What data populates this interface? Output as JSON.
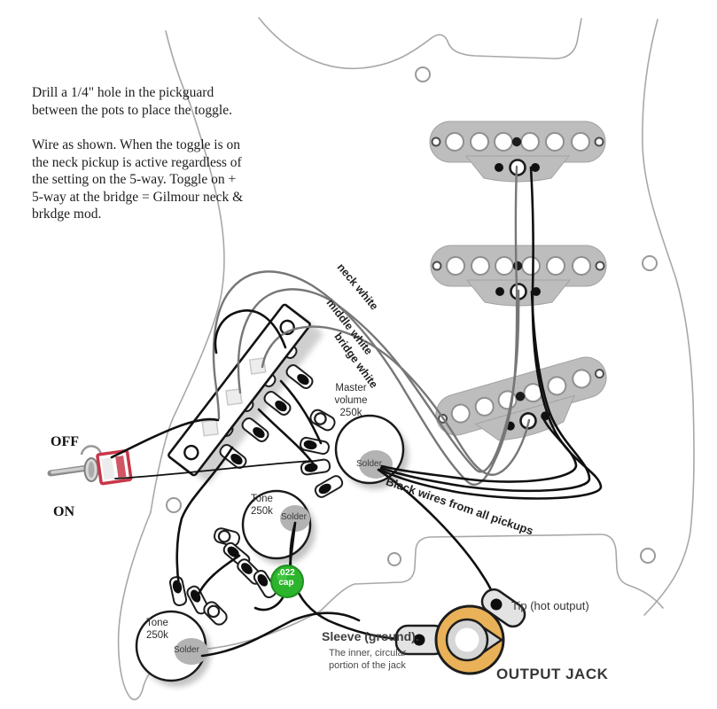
{
  "meta": {
    "title": "Stratocaster neck-toggle (Gilmour mod) wiring diagram"
  },
  "instructions": {
    "para1_lines": [
      "Drill a 1/4\" hole in the pickguard",
      "between the pots to place the toggle."
    ],
    "para2_lines": [
      "Wire as shown. When the toggle is on",
      "the neck pickup is active regardless of",
      "the setting on the 5-way. Toggle on +",
      "5-way at the bridge = Gilmour neck &",
      "brkdge mod."
    ]
  },
  "toggle_switch": {
    "off": "OFF",
    "on": "ON"
  },
  "pots": {
    "master": {
      "line1": "Master",
      "line2": "volume",
      "line3": "250k",
      "solder": "Solder"
    },
    "tone_mid": {
      "line1": "Tone",
      "line2": "250k",
      "solder": "Solder"
    },
    "tone_low": {
      "line1": "Tone",
      "line2": "250k",
      "solder": "Solder"
    }
  },
  "capacitor": {
    "line1": ".022",
    "line2": "cap",
    "color": "#2cb52c"
  },
  "wire_labels": {
    "neck": "neck white",
    "middle": "middle white",
    "bridge": "bridge white",
    "black_bundle": "Black wires from all pickups"
  },
  "jack": {
    "name": "OUTPUT JACK",
    "tip": "Tip (hot output)",
    "sleeve": "Sleeve (ground).",
    "note_line1": "The inner, circular",
    "note_line2": "portion of the jack",
    "ring_color": "#e9b258"
  },
  "colors": {
    "pickup_gray": "#bdbdbd",
    "wire_black": "#101010",
    "wire_gray": "#777777",
    "outline_gray": "#a8a8a8",
    "toggle_red": "#c8374a",
    "solder_gray": "#b3b3b3"
  }
}
